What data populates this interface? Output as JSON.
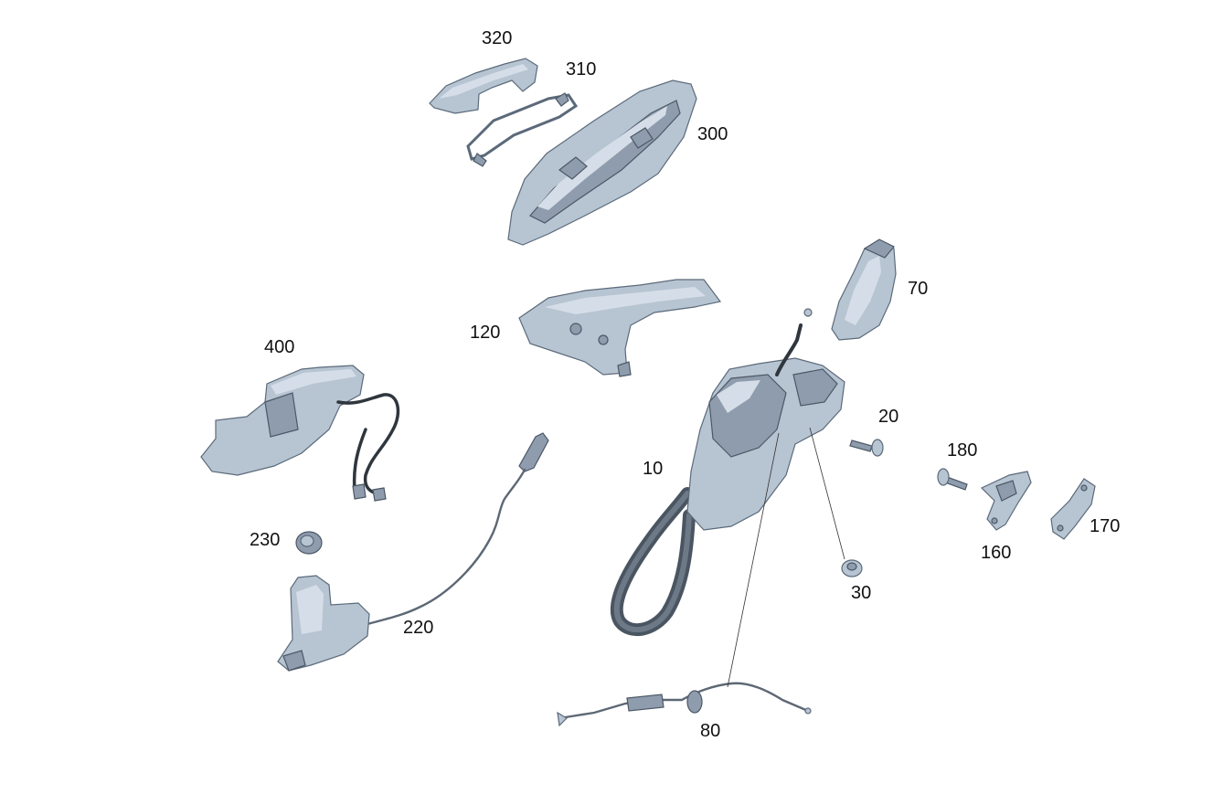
{
  "callouts": {
    "c320": "320",
    "c310": "310",
    "c300": "300",
    "c70": "70",
    "c120": "120",
    "c400": "400",
    "c20": "20",
    "c180": "180",
    "c10": "10",
    "c230": "230",
    "c170": "170",
    "c160": "160",
    "c30": "30",
    "c220": "220",
    "c80": "80"
  },
  "colors": {
    "part_fill": "#b7c4d2",
    "part_outline": "#5b6a7a",
    "hose": "#4a5562",
    "background": "#ffffff"
  }
}
